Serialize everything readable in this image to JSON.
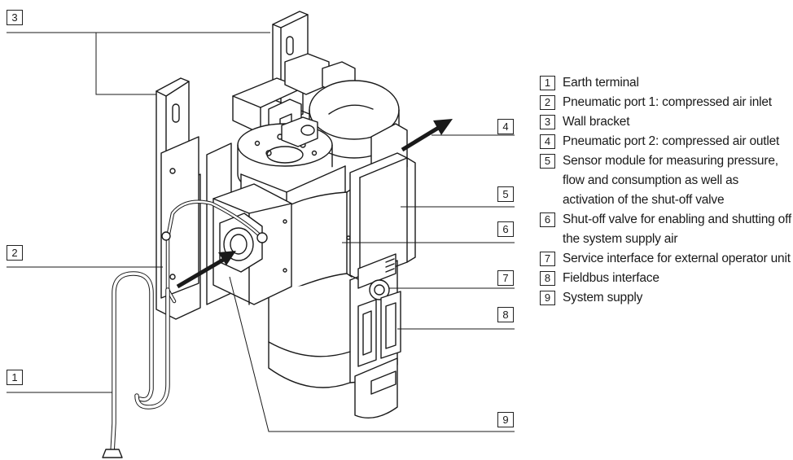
{
  "callouts": [
    {
      "number": "1",
      "label": "Earth terminal"
    },
    {
      "number": "2",
      "label": "Pneumatic port 1: compressed air inlet"
    },
    {
      "number": "3",
      "label": "Wall bracket"
    },
    {
      "number": "4",
      "label": "Pneumatic port 2: compressed air outlet"
    },
    {
      "number": "5",
      "label": "Sensor module for measuring pressure, flow and consumption as well as activation of the shut-off valve"
    },
    {
      "number": "6",
      "label": "Shut-off valve for enabling and shutting off the system supply air"
    },
    {
      "number": "7",
      "label": "Service interface for external operator unit"
    },
    {
      "number": "8",
      "label": "Fieldbus interface"
    },
    {
      "number": "9",
      "label": "System supply"
    }
  ]
}
